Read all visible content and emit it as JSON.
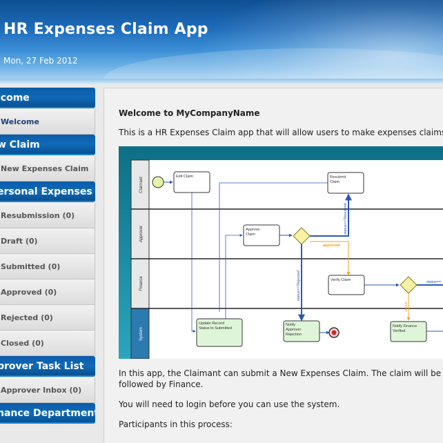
{
  "header": {
    "title": "HR Expenses Claim App",
    "date": "Mon, 27 Feb 2012"
  },
  "sidebar": {
    "sections": [
      {
        "title": "lcome",
        "items": [
          {
            "label": "Welcome",
            "style": "blue"
          }
        ]
      },
      {
        "title": "w Claim",
        "items": [
          {
            "label": "New Expenses Claim"
          }
        ]
      },
      {
        "title": "ersonal Expenses",
        "items": [
          {
            "label": "Resubmission (0)"
          },
          {
            "label": "Draft (0)"
          },
          {
            "label": "Submitted (0)"
          },
          {
            "label": "Approved (0)"
          },
          {
            "label": "Rejected (0)"
          },
          {
            "label": "Closed (0)"
          }
        ]
      },
      {
        "title": "prover Task List",
        "items": [
          {
            "label": "Approver Inbox (0)"
          }
        ]
      },
      {
        "title": "nance Department",
        "items": []
      }
    ]
  },
  "main": {
    "welcome_title": "Welcome to MyCompanyName",
    "intro": "This is a HR Expenses Claim app that will allow users to make expenses claims f",
    "para1_line1": "In this app, the Claimant can submit a New Expenses Claim. The claim will be rou",
    "para1_line2": "followed by Finance.",
    "para2": "You will need to login before you can use the system.",
    "para3": "Participants in this process:"
  },
  "diagram": {
    "lanes": [
      "Claimant",
      "Approver",
      "Finance",
      "System"
    ],
    "tasks": {
      "edit_claim": "Edit Claim",
      "resubmit_claim_1": "Resubmit",
      "resubmit_claim_2": "Claim",
      "approve_claim_1": "Approve",
      "approve_claim_2": "Claim",
      "verify_claim": "Verify Claim",
      "update_record_1": "Update Record",
      "update_record_2": "Status to Submitted",
      "notify_approver_1": "Notify",
      "notify_approver_2": "Approver",
      "notify_approver_3": "Rejection",
      "notify_finance_1": "Notify Finance",
      "notify_finance_2": "Verified"
    },
    "labels": {
      "resubmit": "status=='Resubmit'",
      "approved": "approved",
      "rejected": "status=='Rejected'",
      "status_right": "status==",
      "rejected_orange": "status"
    },
    "colors": {
      "teal": "#1f8fa6",
      "task_fill": "#ffffff",
      "system_fill": "#dff5d8",
      "gateway": "#f6f1a6",
      "flow_blue": "#2a57b8",
      "flow_orange": "#f0a020"
    }
  }
}
